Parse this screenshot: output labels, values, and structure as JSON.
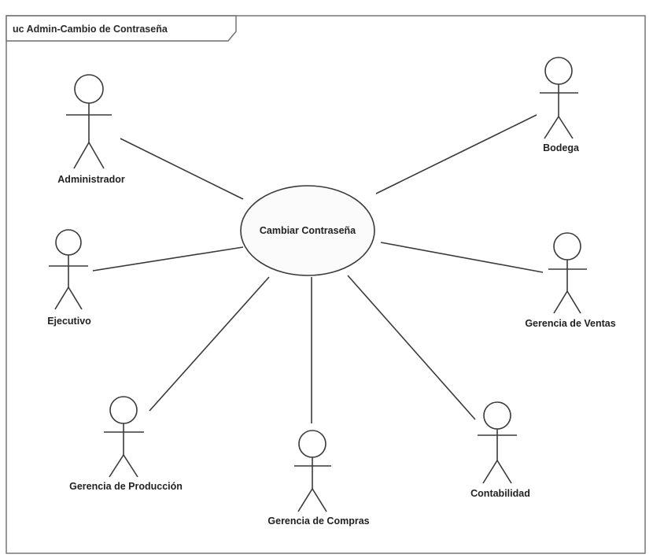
{
  "frame": {
    "title": "uc Admin-Cambio de Contraseña"
  },
  "use_case": {
    "label": "Cambiar Contraseña"
  },
  "actors": [
    {
      "id": "administrador",
      "label": "Administrador"
    },
    {
      "id": "ejecutivo",
      "label": "Ejecutivo"
    },
    {
      "id": "gerencia-produccion",
      "label": "Gerencia de Producción"
    },
    {
      "id": "gerencia-compras",
      "label": "Gerencia de Compras"
    },
    {
      "id": "contabilidad",
      "label": "Contabilidad"
    },
    {
      "id": "gerencia-ventas",
      "label": "Gerencia de Ventas"
    },
    {
      "id": "bodega",
      "label": "Bodega"
    }
  ]
}
